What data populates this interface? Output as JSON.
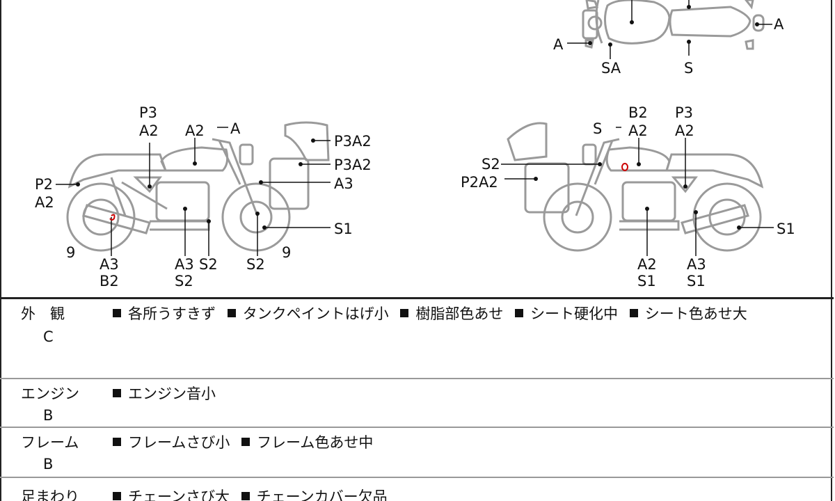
{
  "diagram_labels": {
    "top": [
      "A",
      "A",
      "SA",
      "S"
    ],
    "left": [
      "P3",
      "A2",
      "A2",
      "A",
      "P3A2",
      "P3A2",
      "A3",
      "P2",
      "A2",
      "S1",
      "9",
      "A3",
      "B2",
      "A3",
      "S2",
      "S2",
      "S2",
      "9"
    ],
    "right": [
      "B2",
      "A2",
      "P3",
      "A2",
      "S",
      "S2",
      "P2A2",
      "S1",
      "A2",
      "S1",
      "A3",
      "S1"
    ]
  },
  "sections": [
    {
      "category": "外　観",
      "grade": "C",
      "items": [
        "各所うすきず",
        "タンクペイントはげ小",
        "樹脂部色あせ",
        "シート硬化中",
        "シート色あせ大"
      ]
    },
    {
      "category": "エンジン",
      "grade": "B",
      "items": [
        "エンジン音小"
      ]
    },
    {
      "category": "フレーム",
      "grade": "B",
      "items": [
        "フレームさび小",
        "フレーム色あせ中"
      ]
    },
    {
      "category": "足まわり",
      "grade": "",
      "items": [
        "チェーンさび大",
        "チェーンカバー欠品"
      ]
    }
  ],
  "colors": {
    "outline": "#9a9a9a",
    "marker": "#cc0000"
  }
}
